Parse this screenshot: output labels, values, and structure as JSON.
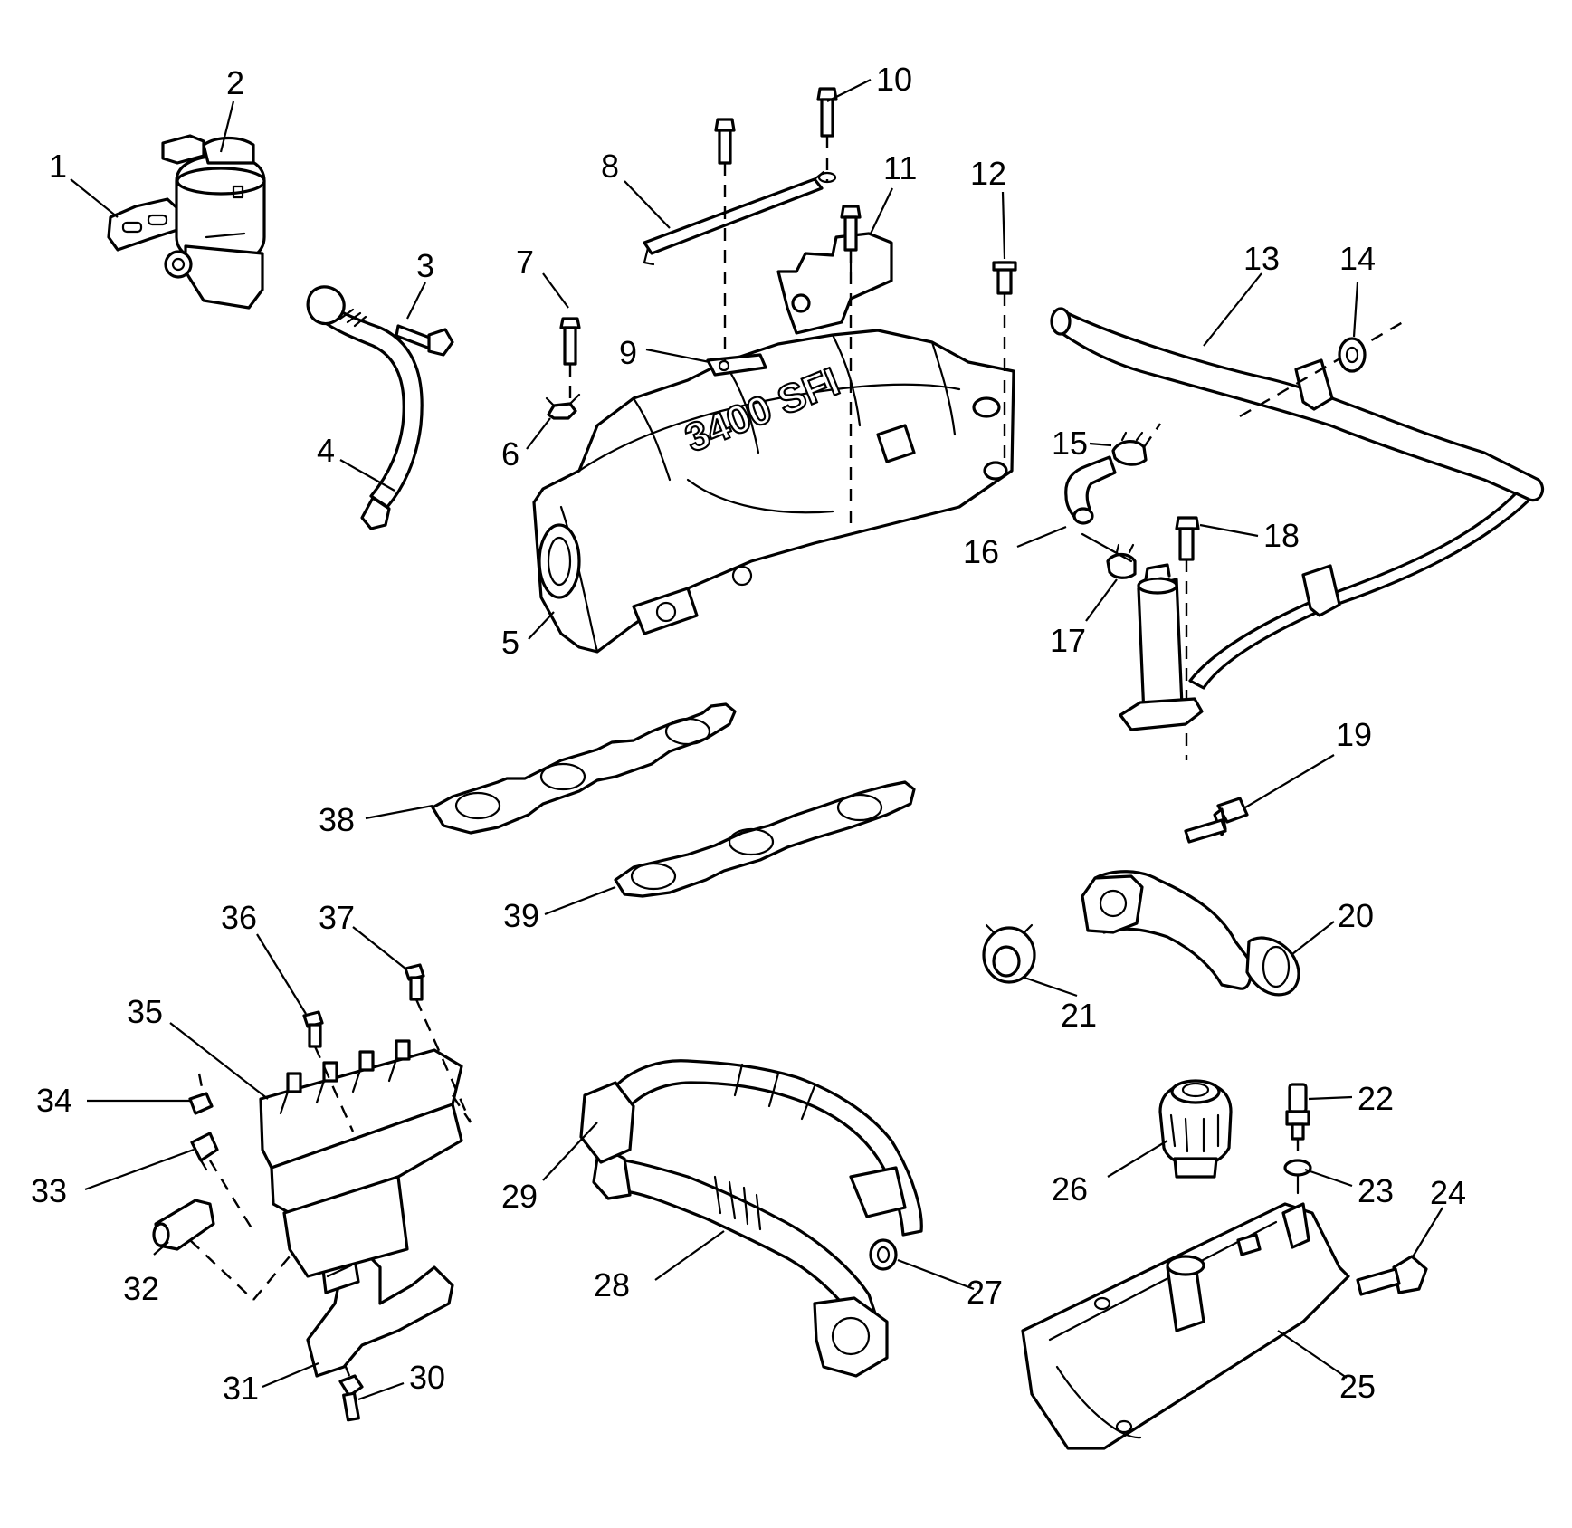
{
  "callouts": [
    "1",
    "2",
    "3",
    "4",
    "5",
    "6",
    "7",
    "8",
    "9",
    "10",
    "11",
    "12",
    "13",
    "14",
    "15",
    "16",
    "17",
    "18",
    "19",
    "20",
    "21",
    "22",
    "23",
    "24",
    "25",
    "26",
    "27",
    "28",
    "29",
    "30",
    "31",
    "32",
    "33",
    "34",
    "35",
    "36",
    "37",
    "38",
    "39"
  ],
  "manifold_marking": "3400 SFI"
}
